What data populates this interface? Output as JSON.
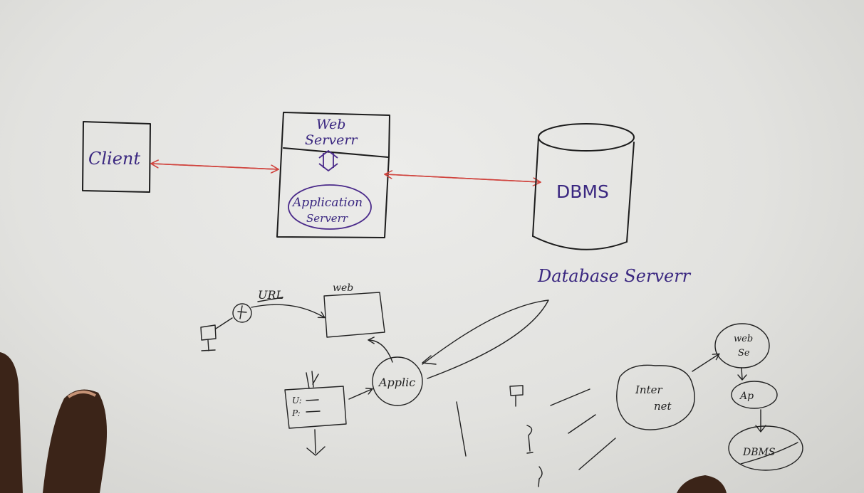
{
  "diagram": {
    "client": "Client",
    "web_server": [
      "Web",
      "Serverr"
    ],
    "app_server": [
      "Application",
      "Serverr"
    ],
    "dbms": "DBMS",
    "database_server": "Database Serverr"
  },
  "sketch": {
    "url": "URL",
    "web": "web",
    "applic": "Applic",
    "form_lines": [
      "U:",
      "P:"
    ],
    "internet": [
      "Inter",
      "net"
    ],
    "web_server_small": [
      "web",
      "Se"
    ],
    "app_small": "Ap",
    "dbms_small": "DBMS"
  },
  "colors": {
    "paper": "#e6e6e3",
    "ink": "#1c1c1c",
    "arrow_red": "#d0443e",
    "pen_purple": "#3a2780"
  }
}
